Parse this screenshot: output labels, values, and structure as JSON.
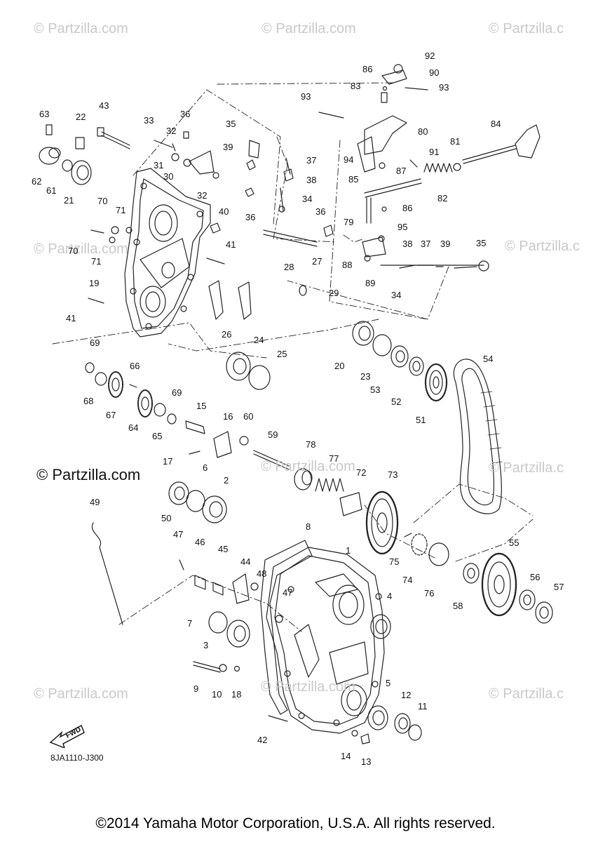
{
  "watermarks": [
    "© Partzilla.com",
    "© Partzilla.com",
    "© Partzilla.c",
    "© Partzilla.c",
    "© Partzilla.com",
    "© Partzilla.com",
    "© Partzilla.c",
    "© Partzilla.com",
    "© Partzilla.com",
    "© Partzilla.c"
  ],
  "watermark_prominent": "© Partzilla.com",
  "diagram_code": "8JA1110-J300",
  "fwd_label": "FWD",
  "copyright": "©2014 Yamaha Motor Corporation, U.S.A. All rights reserved.",
  "callouts": [
    "1",
    "2",
    "3",
    "4",
    "5",
    "6",
    "7",
    "8",
    "9",
    "10",
    "11",
    "12",
    "13",
    "14",
    "15",
    "16",
    "17",
    "18",
    "19",
    "20",
    "21",
    "22",
    "23",
    "24",
    "25",
    "26",
    "27",
    "28",
    "29",
    "30",
    "31",
    "32",
    "32",
    "33",
    "34",
    "34",
    "35",
    "35",
    "36",
    "36",
    "36",
    "37",
    "37",
    "38",
    "38",
    "39",
    "39",
    "40",
    "41",
    "41",
    "42",
    "43",
    "44",
    "45",
    "46",
    "47",
    "47",
    "48",
    "49",
    "50",
    "51",
    "52",
    "53",
    "54",
    "55",
    "56",
    "57",
    "58",
    "59",
    "60",
    "61",
    "62",
    "63",
    "64",
    "65",
    "66",
    "67",
    "68",
    "69",
    "69",
    "70",
    "70",
    "71",
    "71",
    "72",
    "73",
    "74",
    "75",
    "76",
    "77",
    "78",
    "79",
    "80",
    "81",
    "82",
    "83",
    "84",
    "85",
    "86",
    "86",
    "87",
    "88",
    "89",
    "90",
    "91",
    "92",
    "93",
    "93",
    "94",
    "95"
  ]
}
